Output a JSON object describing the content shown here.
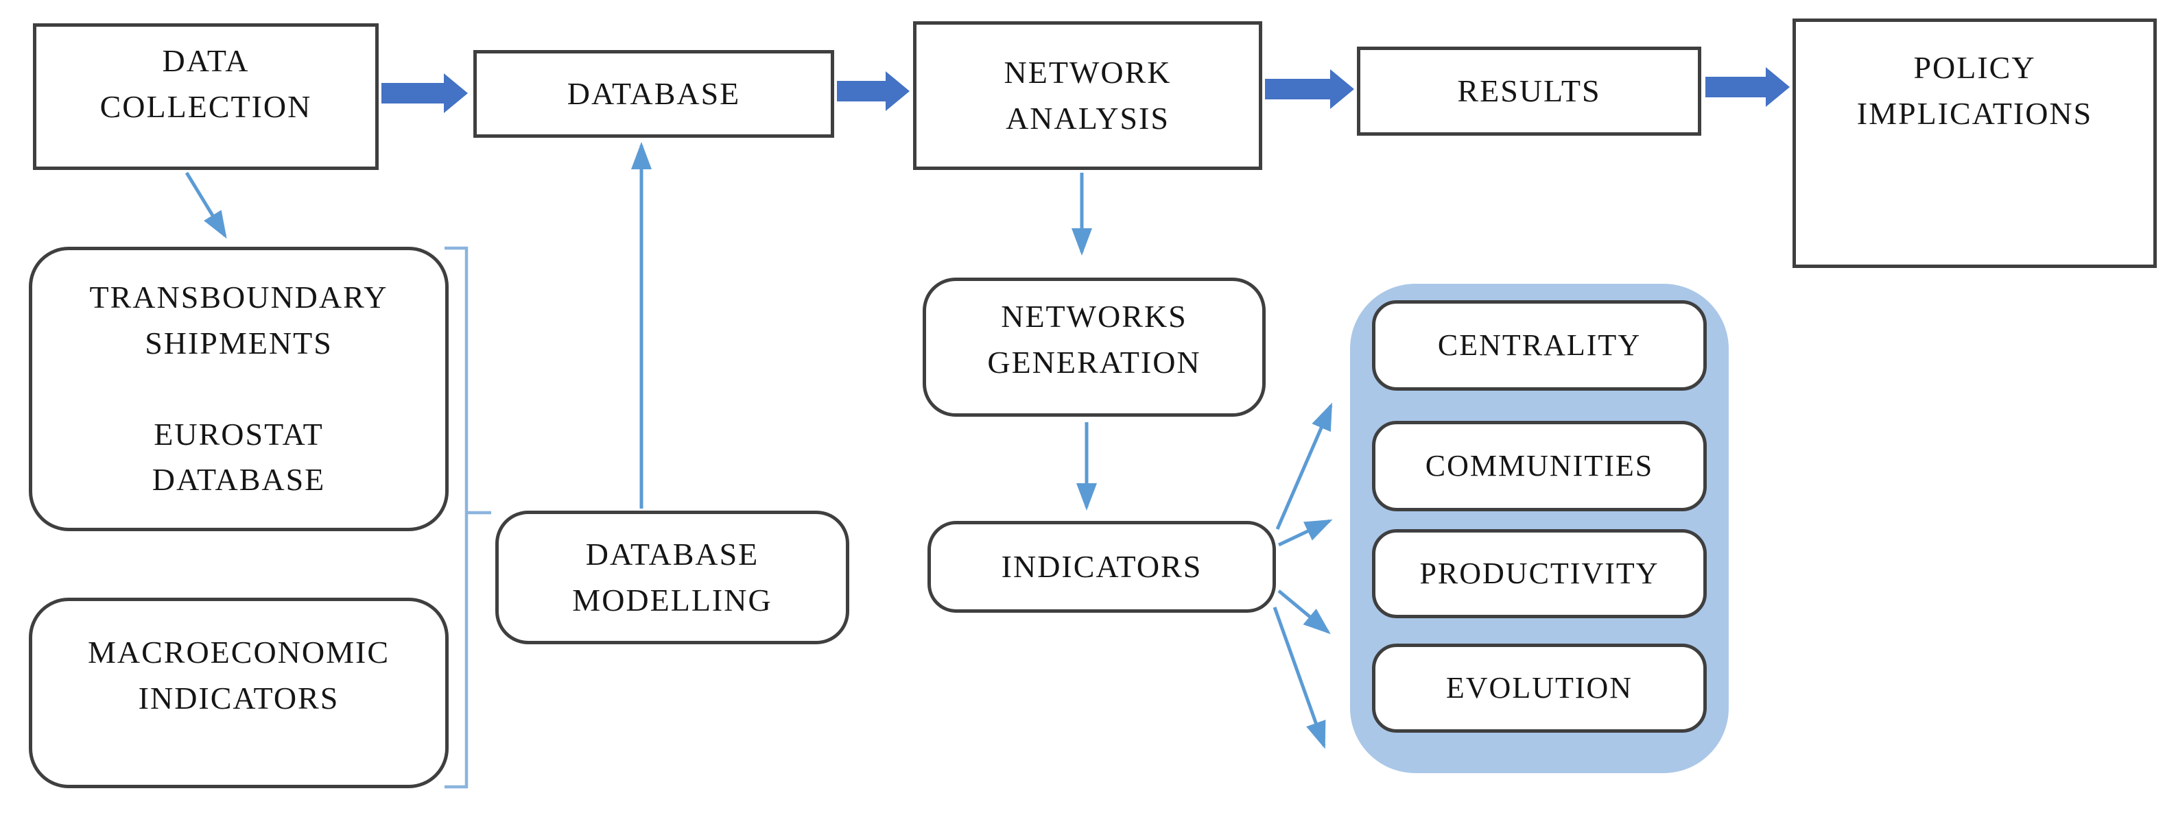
{
  "colors": {
    "background": "#ffffff",
    "text": "#151515",
    "box_border": "#3f3f3f",
    "block_arrow": "#4472c4",
    "thin_arrow": "#5b9bd5",
    "bracket": "#8ab4de",
    "group_fill": "#aac7e8"
  },
  "nodes": {
    "data_collection": "DATA\nCOLLECTION",
    "database": "DATABASE",
    "network_analysis": "NETWORK\nANALYSIS",
    "results": "RESULTS",
    "policy_implications": "POLICY\nIMPLICATIONS",
    "transboundary_shipments": "TRANSBOUNDARY\nSHIPMENTS",
    "eurostat_database": "EUROSTAT\nDATABASE",
    "macroeconomic_indicators": "MACROECONOMIC\nINDICATORS",
    "database_modelling": "DATABASE\nMODELLING",
    "networks_generation": "NETWORKS\nGENERATION",
    "indicators": "INDICATORS",
    "centrality": "CENTRALITY",
    "communities": "COMMUNITIES",
    "productivity": "PRODUCTIVITY",
    "evolution": "EVOLUTION"
  },
  "edges": [
    {
      "from": "DATA COLLECTION",
      "to": "DATABASE",
      "style": "block-arrow"
    },
    {
      "from": "DATABASE",
      "to": "NETWORK ANALYSIS",
      "style": "block-arrow"
    },
    {
      "from": "NETWORK ANALYSIS",
      "to": "RESULTS",
      "style": "block-arrow"
    },
    {
      "from": "RESULTS",
      "to": "POLICY IMPLICATIONS",
      "style": "block-arrow"
    },
    {
      "from": "DATA COLLECTION",
      "to": "TRANSBOUNDARY SHIPMENTS / EUROSTAT DATABASE",
      "style": "thin-arrow"
    },
    {
      "from": "TRANSBOUNDARY SHIPMENTS + MACROECONOMIC INDICATORS",
      "to": "DATABASE MODELLING",
      "style": "bracket"
    },
    {
      "from": "DATABASE MODELLING",
      "to": "DATABASE",
      "style": "thin-arrow"
    },
    {
      "from": "NETWORK ANALYSIS",
      "to": "NETWORKS GENERATION",
      "style": "thin-arrow"
    },
    {
      "from": "NETWORKS GENERATION",
      "to": "INDICATORS",
      "style": "thin-arrow"
    },
    {
      "from": "INDICATORS",
      "to": "CENTRALITY",
      "style": "thin-arrow"
    },
    {
      "from": "INDICATORS",
      "to": "COMMUNITIES",
      "style": "thin-arrow"
    },
    {
      "from": "INDICATORS",
      "to": "PRODUCTIVITY",
      "style": "thin-arrow"
    },
    {
      "from": "INDICATORS",
      "to": "EVOLUTION",
      "style": "thin-arrow"
    }
  ]
}
